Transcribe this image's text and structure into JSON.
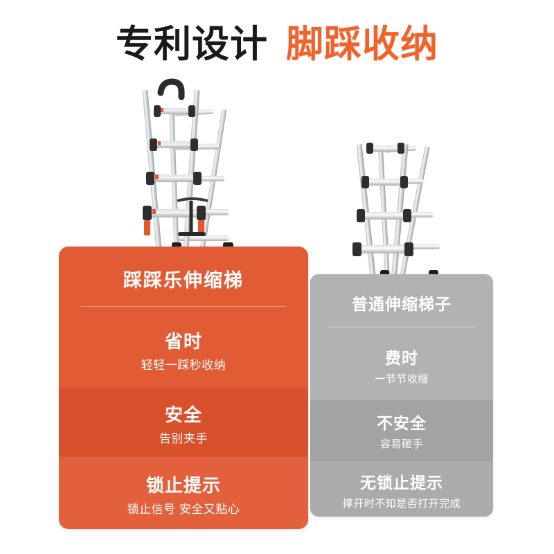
{
  "title": {
    "main": "专利设计",
    "accent": "脚踩收纳",
    "accent_color": "#f2632a",
    "main_color": "#1a1a1a"
  },
  "products": {
    "good": {
      "name": "踩踩乐伸缩梯",
      "panel_color": "#e05a33",
      "image_name": "telescoping-step-ladder-with-handle",
      "features": [
        {
          "head": "省时",
          "sub": "轻轻一踩秒收纳"
        },
        {
          "head": "安全",
          "sub": "告别夹手"
        },
        {
          "head": "锁止提示",
          "sub": "锁止信号 安全又贴心"
        }
      ]
    },
    "bad": {
      "name": "普通伸缩梯子",
      "panel_color": "#ababab",
      "image_name": "ordinary-telescoping-ladder",
      "features": [
        {
          "head": "费时",
          "sub": "一节节收缩"
        },
        {
          "head": "不安全",
          "sub": "容易砸手"
        },
        {
          "head": "无锁止提示",
          "sub": "撑开时不知是否打开完成"
        }
      ]
    }
  }
}
